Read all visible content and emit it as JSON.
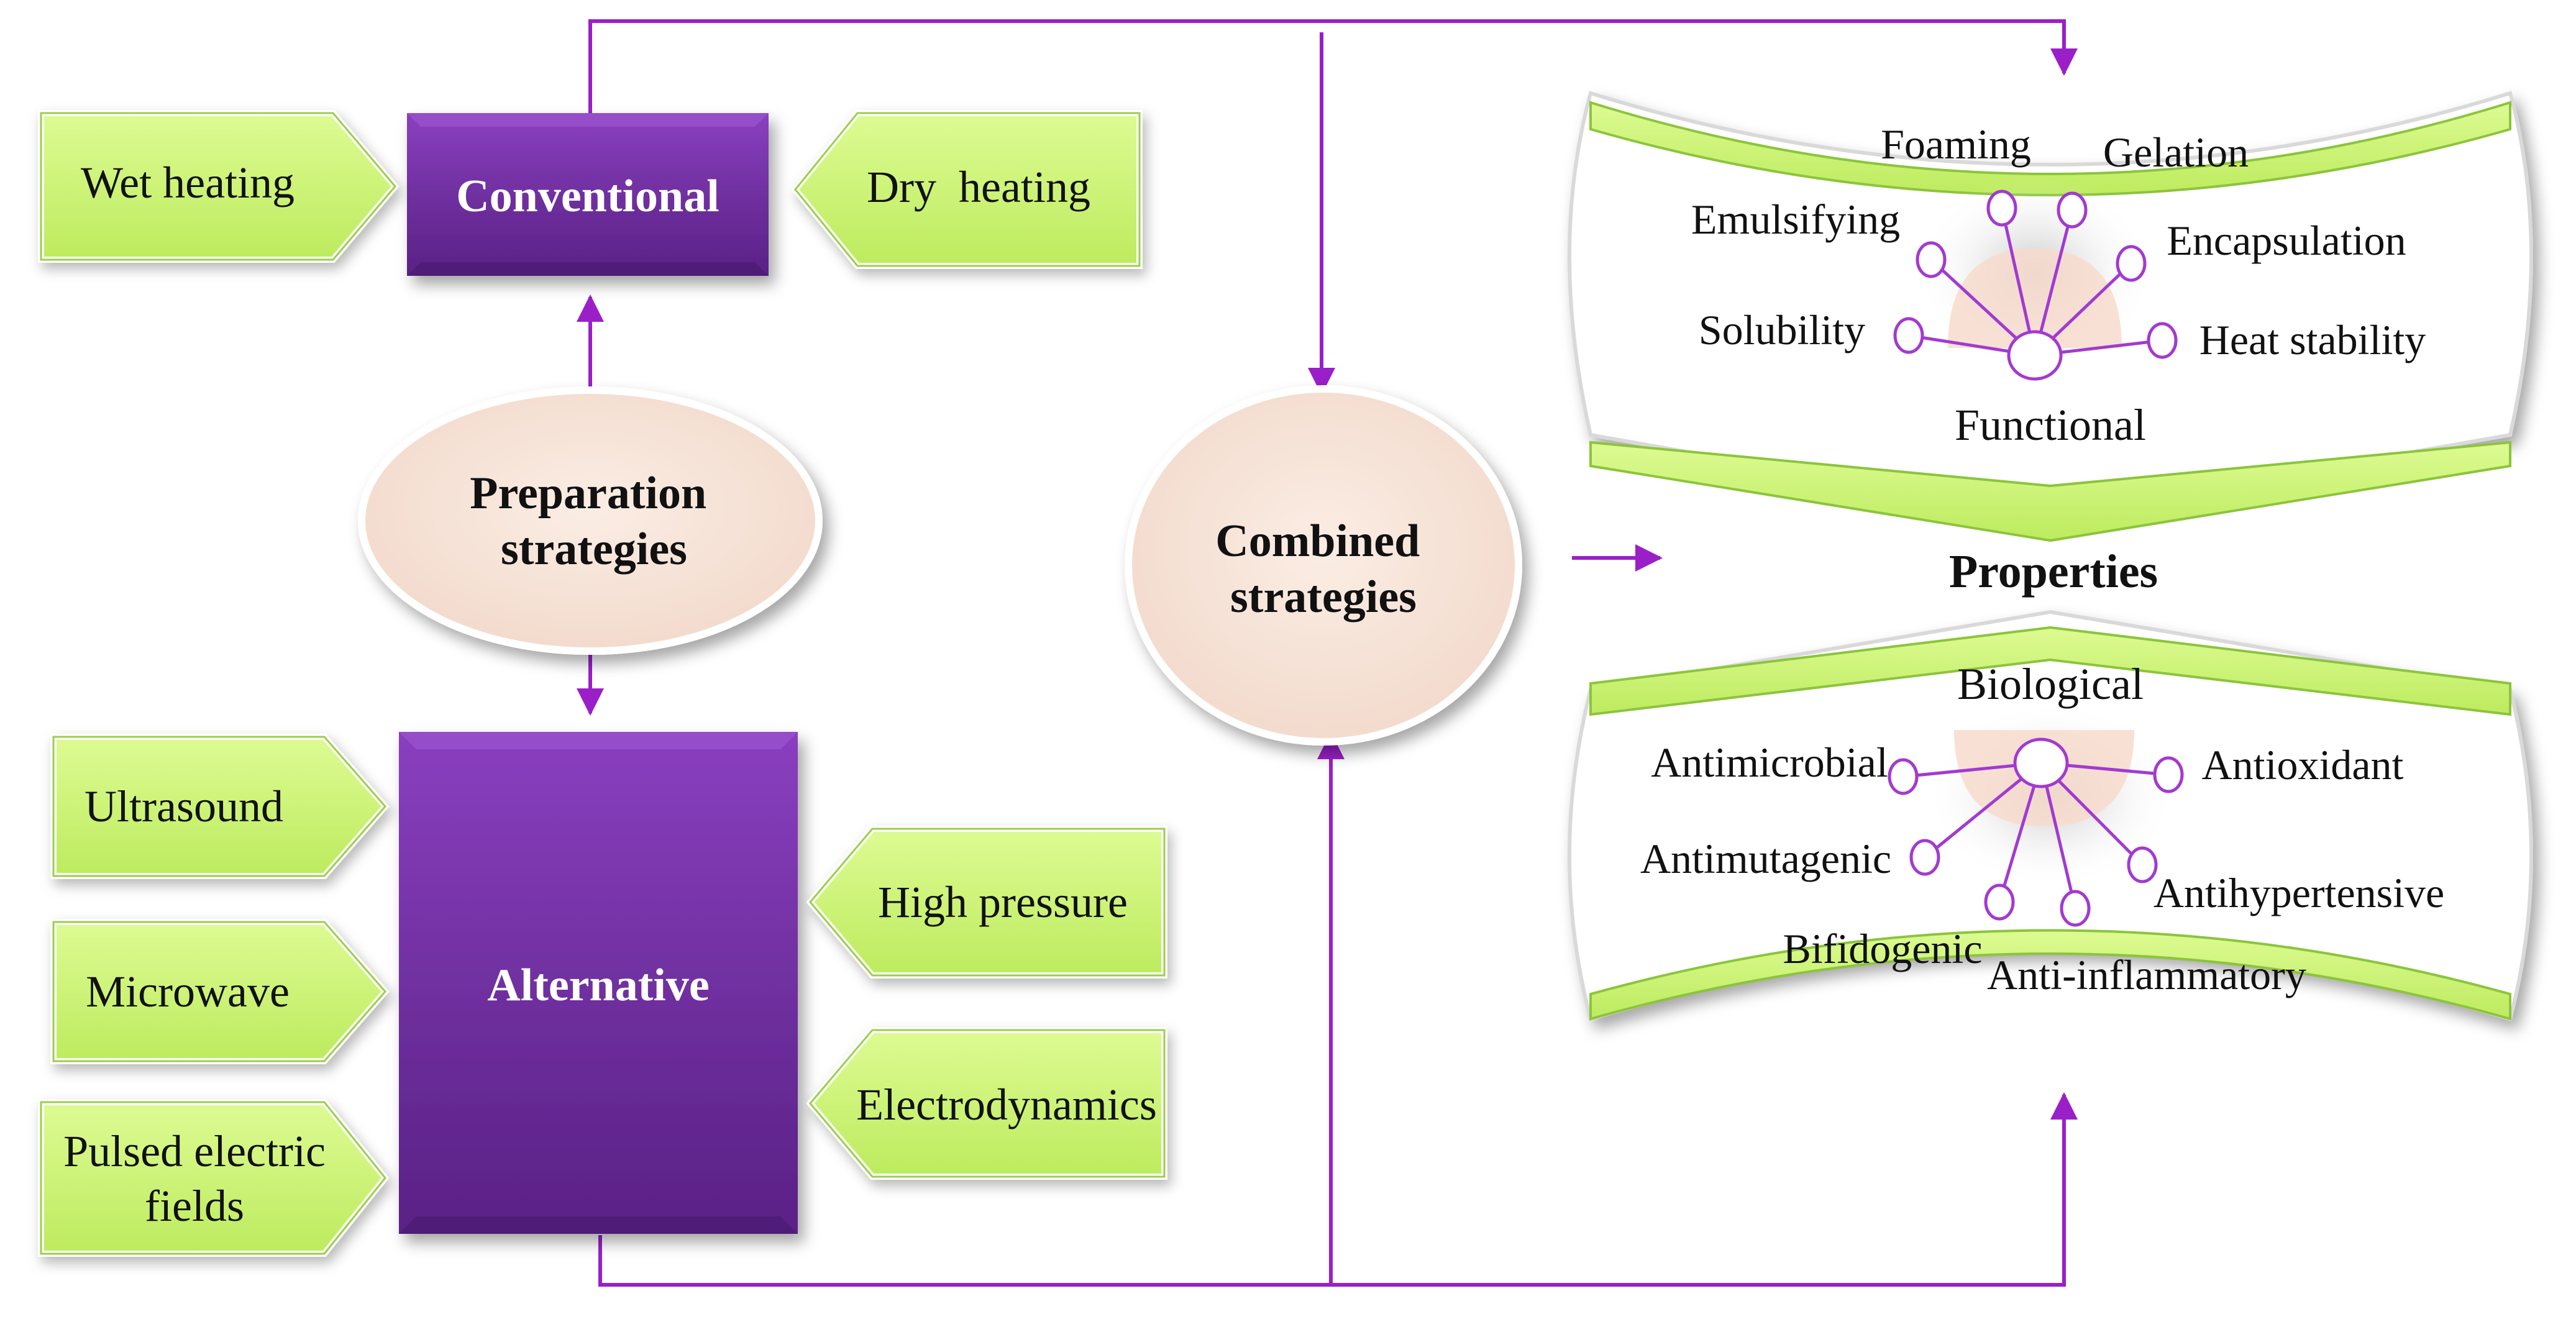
{
  "colors": {
    "purple": "#7030A0",
    "purple_dark": "#4B1B72",
    "green": "#C8F26E",
    "green_stroke": "#7DBF2E",
    "peach": "#F7E6DC",
    "line": "#9A1FC9"
  },
  "methods": {
    "conventional": {
      "title": "Conventional",
      "inputs": [
        "Wet heating",
        "Dry  heating"
      ]
    },
    "alternative": {
      "title": "Alternative",
      "inputs_left": [
        "Ultrasound",
        "Microwave",
        "Pulsed electric fields"
      ],
      "inputs_right": [
        "High pressure",
        "Electrodynamics"
      ]
    }
  },
  "ellipses": {
    "preparation": [
      "Preparation",
      "strategies"
    ],
    "combined": [
      "Combined",
      "strategies"
    ]
  },
  "properties": {
    "title": "Properties",
    "functional": {
      "title": "Functional",
      "items": [
        "Foaming",
        "Gelation",
        "Emulsifying",
        "Encapsulation",
        "Solubility",
        "Heat stability"
      ]
    },
    "biological": {
      "title": "Biological",
      "items": [
        "Antimicrobial",
        "Antioxidant",
        "Antimutagenic",
        "Antihypertensive",
        "Bifidogenic",
        "Anti-inflammatory"
      ]
    }
  }
}
